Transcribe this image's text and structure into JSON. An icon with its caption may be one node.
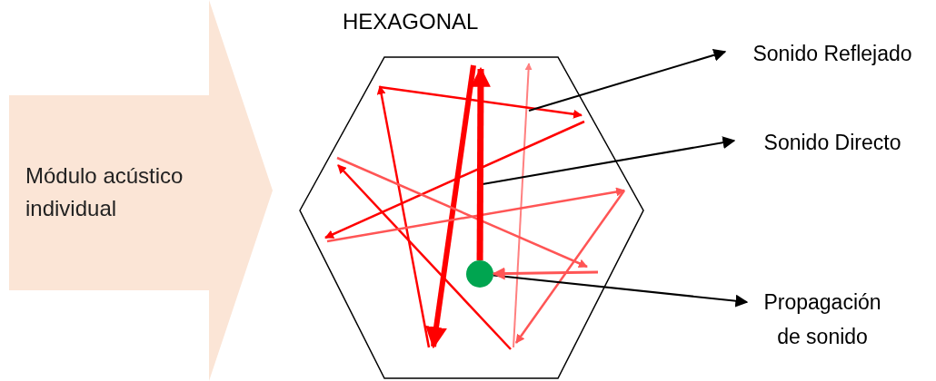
{
  "diagram": {
    "nodes": [
      {
        "text": [
          "Módulo acústico individual"
        ]
      },
      {
        "text": [
          "HEXAGONAL"
        ]
      },
      {
        "text": [],
        "shape": "circle",
        "in": 1
      },
      {
        "text": [
          "Sonido Reflejado"
        ]
      },
      {
        "text": [
          "Sonido Directo"
        ]
      },
      {
        "text": [
          "Propagación de sonido"
        ]
      }
    ],
    "edges": [
      {
        "from": null,
        "to": 3,
        "arrow": "to"
      },
      {
        "from": null,
        "to": 4,
        "arrow": "to"
      },
      {
        "from": 2,
        "to": 5,
        "arrow": "to"
      },
      {
        "from": 2,
        "to": null,
        "arrow": "to",
        "style": "thick",
        "color": "#ff0000"
      },
      {
        "from": null,
        "to": 2,
        "arrow": "to",
        "color": "#ff5555"
      }
    ]
  }
}
